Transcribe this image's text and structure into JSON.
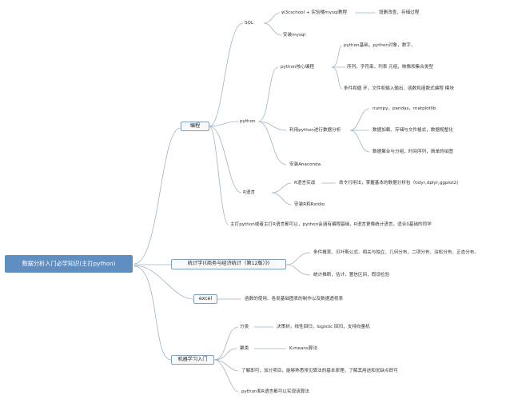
{
  "root": "数据分析入门必学知识(主打python)",
  "programming": {
    "label": "编程",
    "sql": {
      "label": "SQL",
      "items": [
        "w3cschool + 实验楼mysql教程",
        "安装mysql"
      ],
      "note": "增删改查，存储过程"
    },
    "python": {
      "label": "python",
      "core": {
        "label": "python核心编程",
        "items": [
          "python基础，python对象，数字，",
          "序列，字符串，列表 元组，映像和集合类型",
          "条件和循 环，文件和输入输出，函数和函数式编程 模块"
        ]
      },
      "analysis": {
        "label": "利用python进行数据分析",
        "items": [
          "numpy，pandas，matplotlib",
          "数据加载、存储与文件格式，数据规整化",
          "数据聚合与分组，时间序列，简单的绘图"
        ]
      },
      "install": "安装Anaconda"
    },
    "r": {
      "label": "R语言",
      "practice": "R语言实战",
      "practice_note": "命令行用法，掌握基本的数据分析包（tidyr,dplyr,ggplot2)",
      "install": "安装R和Rstdio"
    },
    "summary": "主打python或者主打R语言都可以，python会涵有编程基础，R语言更像统计语言，适合0基础的同学"
  },
  "statistics": {
    "label": "统计学(《商务与经济统计（第12版）》)",
    "items": [
      "条件概率、贝叶斯公式、相关与独立、几何分布、二项分布、泊松分布、正态分布。",
      "统计推断，估计，置信区间，假设检验"
    ]
  },
  "excel": {
    "label": "excel",
    "note": "函数的使用、各类基础图表的制作以及数据透视表"
  },
  "ml": {
    "label": "机器学习入门",
    "classification": {
      "label": "分类",
      "note": "决策树，线性回归，logistic 回归，支持向量机"
    },
    "clustering": {
      "label": "聚类",
      "note": "K-means算法"
    },
    "note1": "了解即可，加分项目，能够熟悉常见算法的基本原理，了解其用途和优缺点即可",
    "note2": "python和R语言都可以实现该算法"
  },
  "colors": {
    "root_bg": "#5f8ec2",
    "box_border": "#7fa0bd",
    "line": "#9db4c8",
    "text": "#333333"
  }
}
